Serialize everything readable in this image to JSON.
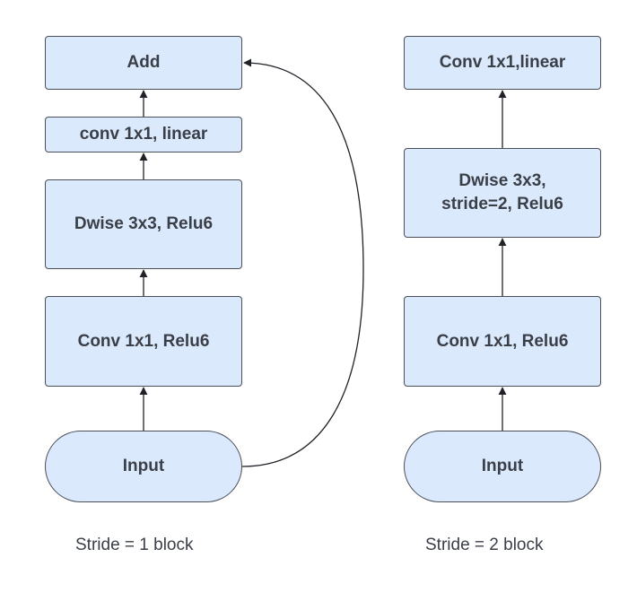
{
  "left_block": {
    "add": "Add",
    "conv_linear": "conv 1x1, linear",
    "dwise": "Dwise 3x3, Relu6",
    "conv_relu": "Conv 1x1, Relu6",
    "input": "Input",
    "caption": "Stride = 1 block"
  },
  "right_block": {
    "conv_linear": "Conv 1x1,linear",
    "dwise_line1": "Dwise 3x3,",
    "dwise_line2": "stride=2, Relu6",
    "conv_relu": "Conv 1x1, Relu6",
    "input": "Input",
    "caption": "Stride = 2 block"
  },
  "colors": {
    "box_fill": "#dbe9fd",
    "stroke": "#4a4f57",
    "text": "#3a3f47"
  }
}
